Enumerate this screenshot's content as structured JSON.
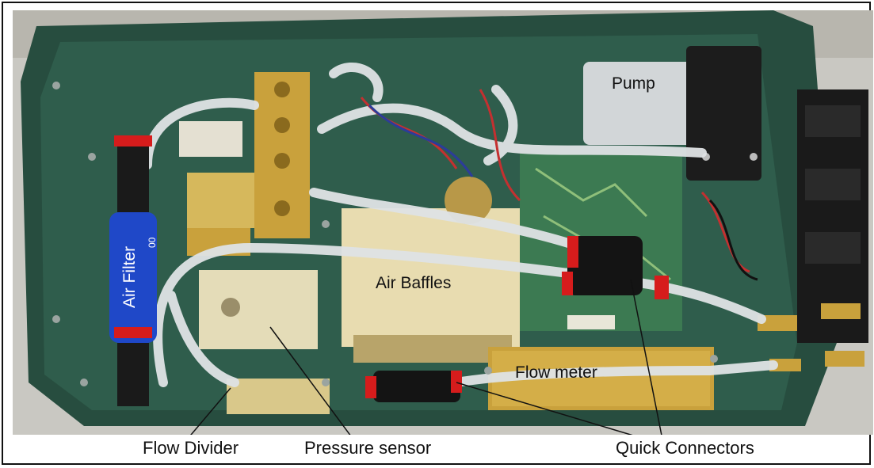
{
  "labels": {
    "pump": "Pump",
    "air_filter": "Air Filter",
    "air_baffles": "Air Baffles",
    "flow_meter": "Flow meter"
  },
  "captions": {
    "flow_divider": "Flow Divider",
    "pressure_sensor": "Pressure sensor",
    "quick_connectors": "Quick Connectors"
  },
  "component_markings": {
    "filter_cap": "00"
  },
  "colors": {
    "board_green": "#2f5d4c",
    "brass": "#c9a13c",
    "tube": "#d8dde0",
    "filter_blue": "#1f48c8",
    "connector_red": "#d61c1c"
  }
}
